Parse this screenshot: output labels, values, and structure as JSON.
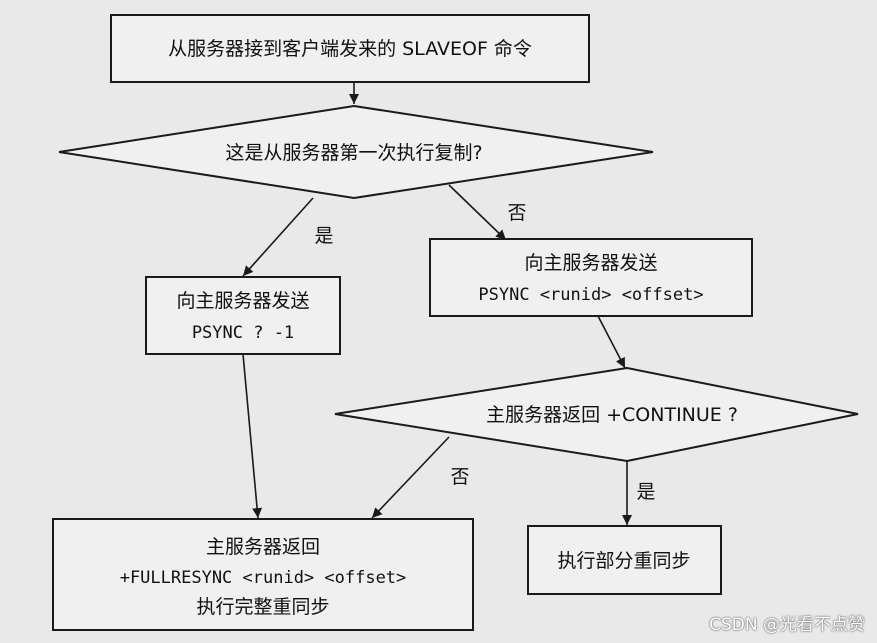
{
  "diagram": {
    "nodes": {
      "start": {
        "text": "从服务器接到客户端发来的 SLAVEOF 命令"
      },
      "first_time": {
        "text": "这是从服务器第一次执行复制?"
      },
      "send_full": {
        "line1": "向主服务器发送",
        "line2": "PSYNC ? -1"
      },
      "send_partial": {
        "line1": "向主服务器发送",
        "line2": "PSYNC <runid> <offset>"
      },
      "master_continue": {
        "text": "主服务器返回 +CONTINUE ?"
      },
      "full_resync": {
        "line1": "主服务器返回",
        "line2": "+FULLRESYNC <runid> <offset>",
        "line3": "执行完整重同步"
      },
      "partial_resync": {
        "text": "执行部分重同步"
      }
    },
    "edges": {
      "yes_first": "是",
      "no_first": "否",
      "no_continue": "否",
      "yes_continue": "是"
    }
  },
  "watermark": "CSDN @光看不点赞",
  "colors": {
    "background": "#e9e9e9",
    "box_fill": "#f0f0f0",
    "stroke": "#1a1a1a"
  }
}
